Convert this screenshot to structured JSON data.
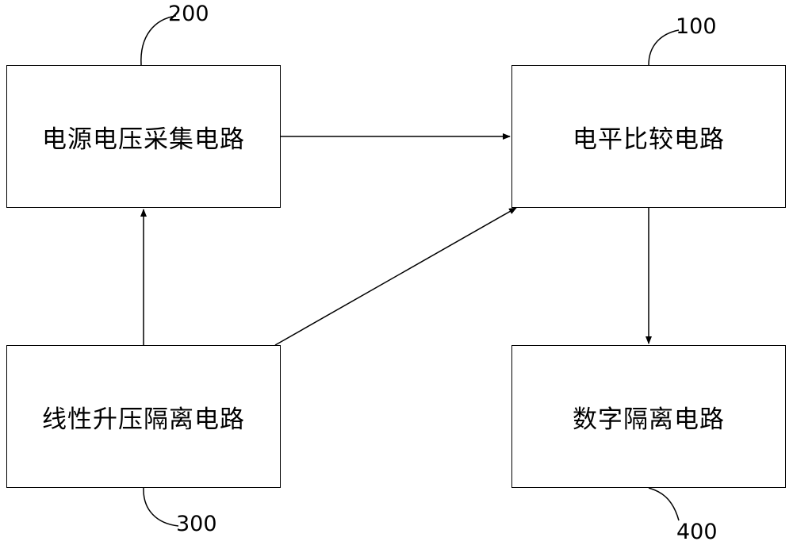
{
  "blocks": {
    "voltage_sampling": {
      "label": "电源电压采集电路",
      "ref": "200"
    },
    "level_compare": {
      "label": "电平比较电路",
      "ref": "100"
    },
    "linear_boost_isolation": {
      "label": "线性升压隔离电路",
      "ref": "300"
    },
    "digital_isolation": {
      "label": "数字隔离电路",
      "ref": "400"
    }
  },
  "connections": [
    {
      "from": "voltage_sampling",
      "to": "level_compare"
    },
    {
      "from": "linear_boost_isolation",
      "to": "voltage_sampling"
    },
    {
      "from": "linear_boost_isolation",
      "to": "level_compare"
    },
    {
      "from": "level_compare",
      "to": "digital_isolation"
    }
  ]
}
